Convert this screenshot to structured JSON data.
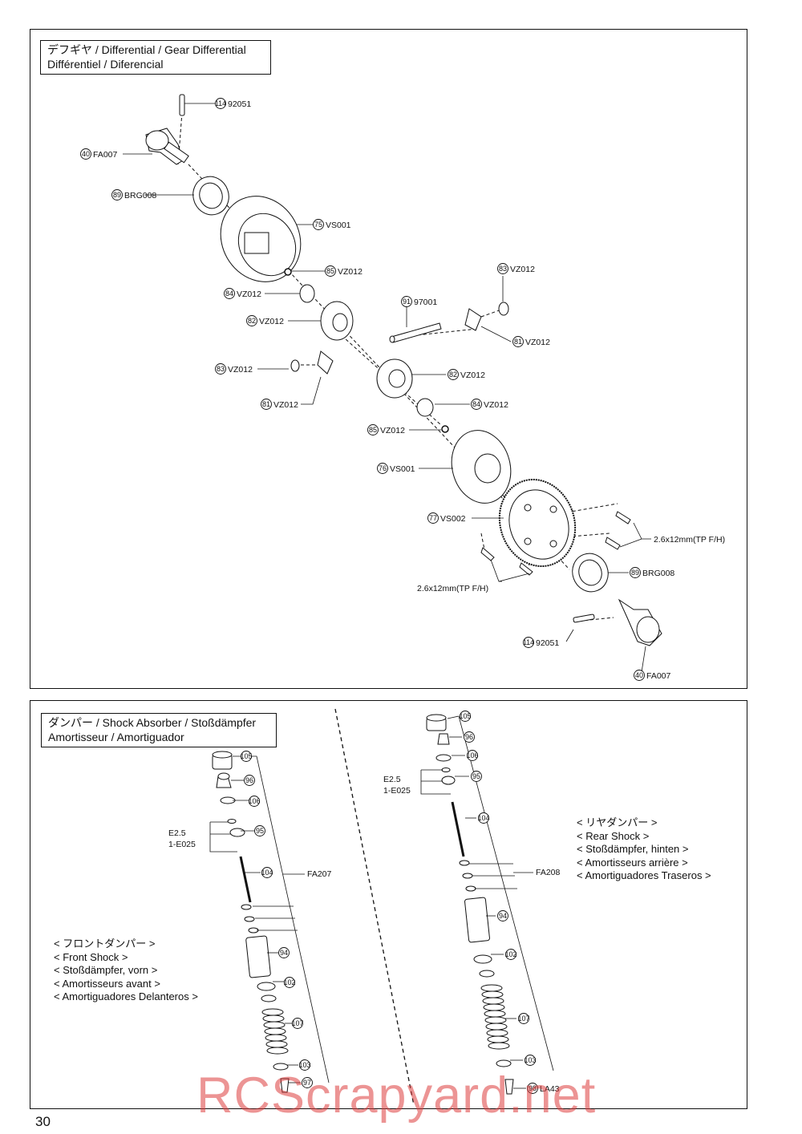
{
  "differential": {
    "title_line1": "デフギヤ / Differential / Gear Differential",
    "title_line2": "Différentiel / Diferencial",
    "callouts": [
      {
        "num": "114",
        "part": "92051"
      },
      {
        "num": "40",
        "part": "FA007"
      },
      {
        "num": "89",
        "part": "BRG008"
      },
      {
        "num": "75",
        "part": "VS001"
      },
      {
        "num": "85",
        "part": "VZ012"
      },
      {
        "num": "84",
        "part": "VZ012"
      },
      {
        "num": "82",
        "part": "VZ012"
      },
      {
        "num": "91",
        "part": "97001"
      },
      {
        "num": "83",
        "part": "VZ012"
      },
      {
        "num": "81",
        "part": "VZ012"
      },
      {
        "num": "83",
        "part": "VZ012"
      },
      {
        "num": "82",
        "part": "VZ012"
      },
      {
        "num": "81",
        "part": "VZ012"
      },
      {
        "num": "84",
        "part": "VZ012"
      },
      {
        "num": "85",
        "part": "VZ012"
      },
      {
        "num": "76",
        "part": "VS001"
      },
      {
        "num": "77",
        "part": "VS002"
      },
      {
        "num": "89",
        "part": "BRG008"
      },
      {
        "num": "114",
        "part": "92051"
      },
      {
        "num": "40",
        "part": "FA007"
      }
    ],
    "screw_label_right": "2.6x12mm(TP F/H)",
    "screw_label_bottom": "2.6x12mm(TP F/H)"
  },
  "shock": {
    "title_line1": "ダンパー / Shock Absorber / Stoßdämpfer",
    "title_line2": "Amortisseur / Amortiguador",
    "front": {
      "numbers": [
        "105",
        "96",
        "106",
        "95",
        "104",
        "94",
        "102",
        "107",
        "103",
        "97"
      ],
      "e_label1": "E2.5",
      "e_label2": "1-E025",
      "part": "FA207",
      "notes": [
        "< フロントダンパー >",
        "< Front Shock >",
        "< Stoßdämpfer, vorn >",
        "< Amortisseurs avant >",
        "< Amortiguadores Delanteros >"
      ]
    },
    "rear": {
      "numbers": [
        "105",
        "96",
        "106",
        "95",
        "104",
        "94",
        "102",
        "107",
        "103",
        "98"
      ],
      "e_label1": "E2.5",
      "e_label2": "1-E025",
      "part": "FA208",
      "last_part": "LA43",
      "notes": [
        "< リヤダンパー >",
        "< Rear Shock >",
        "< Stoßdämpfer, hinten >",
        "< Amortisseurs arrière >",
        "< Amortiguadores Traseros >"
      ]
    }
  },
  "page_number": "30",
  "watermark": "RCScrapyard.net"
}
